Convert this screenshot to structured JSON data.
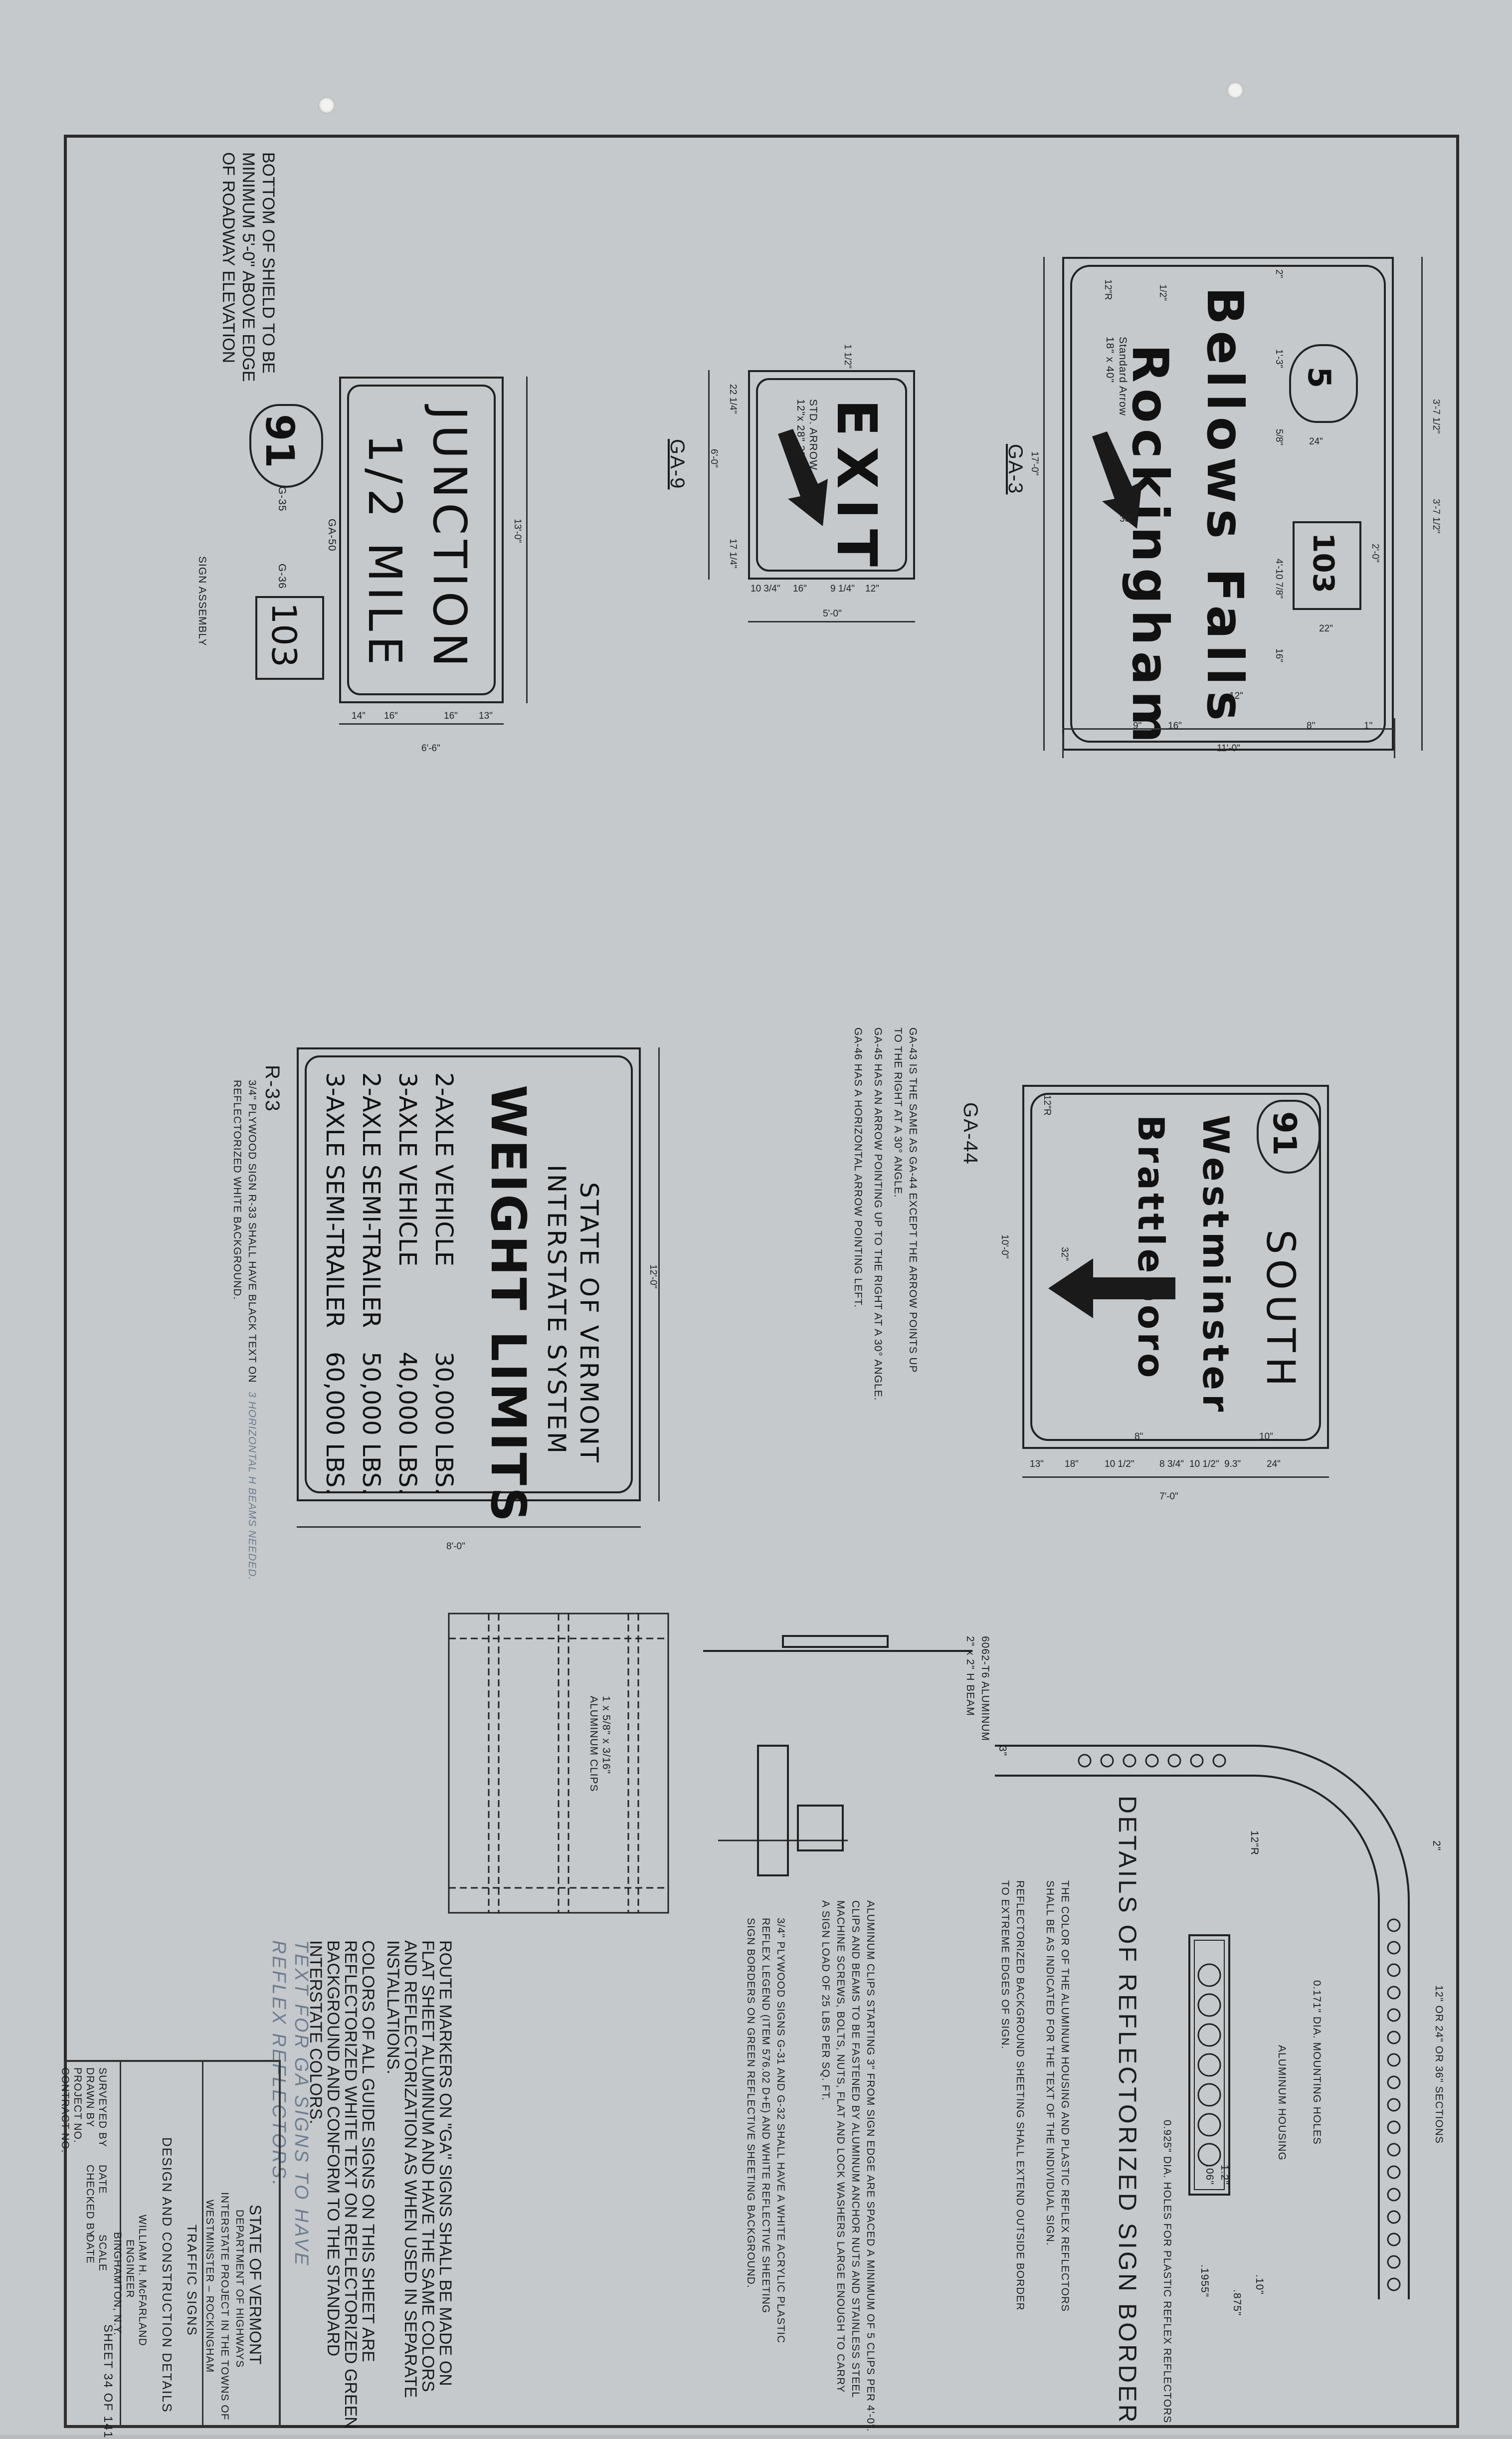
{
  "ga3": {
    "label": "GA-3",
    "line1": "Bellows Falls",
    "line2": "Rockingham",
    "shield_route": "5",
    "box_route": "103",
    "arrow_note": "Standard Arrow",
    "arrow_size": "18\" x 40\"",
    "dims": [
      "11'-0\"",
      "17'-0\"",
      "12\"",
      "16\"",
      "9\"",
      "8\"",
      "1\"",
      "3'-7 1/2\"",
      "3'-7 1/2\"",
      "24\"",
      "22\"",
      "2'-0\"",
      "35°",
      "1/2\"",
      "2\"",
      "12\"R",
      "5/8\"",
      "4'-10 7/8\"",
      "16\"",
      "1'-3\""
    ]
  },
  "ga9": {
    "label": "GA-9",
    "line1": "EXIT",
    "arrow_note": "STD. ARROW",
    "arrow_size": "12\"x 28\" 35°",
    "dims": [
      "5'-0\"",
      "6'-0\"",
      "10 3/4\"",
      "16\"",
      "9 1/4\"",
      "12\"",
      "22 1/4\"",
      "17 1/4\"",
      "1 1/2\""
    ]
  },
  "junction": {
    "line1": "JUNCTION",
    "line2": "1/2 MILE",
    "shield_route": "91",
    "box_route": "103",
    "code_sign": "GA-50",
    "code_shield": "G-35",
    "code_box": "G-36",
    "assembly": "SIGN ASSEMBLY",
    "width": "13'-0\"",
    "height": "6'-6\"",
    "dims": [
      "14\"",
      "16\"",
      "16\"",
      "13\""
    ],
    "note": [
      "BOTTOM OF SHIELD TO BE",
      "MINIMUM 5'-0\" ABOVE EDGE",
      "OF ROADWAY ELEVATION"
    ]
  },
  "ga44": {
    "label": "GA-44",
    "shield_route": "91",
    "line1": "SOUTH",
    "line2": "Westminster",
    "line3": "Brattleboro",
    "dims": [
      "7'-0\"",
      "10'-0\"",
      "13\"",
      "18\"",
      "10 1/2\"",
      "8 3/4\"",
      "10 1/2\"",
      "9.3\"",
      "24\"",
      "8\"",
      "10\"",
      "32\"",
      "12\"R"
    ],
    "notes": [
      "GA-43  IS THE SAME AS GA-44 EXCEPT THE ARROW POINTS UP",
      "TO THE RIGHT AT A 30° ANGLE.",
      "GA-45  HAS AN ARROW POINTING UP TO THE RIGHT AT A 30° ANGLE.",
      "GA-46  HAS A HORIZONTAL ARROW POINTING LEFT."
    ]
  },
  "r33": {
    "label": "R-33",
    "line1": "STATE OF VERMONT",
    "line2": "INTERSTATE SYSTEM",
    "title": "WEIGHT LIMITS",
    "rows": [
      {
        "name": "2-AXLE VEHICLE",
        "value": "30,000 LBS."
      },
      {
        "name": "3-AXLE VEHICLE",
        "value": "40,000 LBS."
      },
      {
        "name": "2-AXLE SEMI-TRAILER",
        "value": "50,000 LBS."
      },
      {
        "name": "3-AXLE SEMI-TRAILER",
        "value": "60,000 LBS."
      }
    ],
    "width": "12'-0\"",
    "height": "8'-0\"",
    "note": [
      "3/4\" PLYWOOD SIGN R-33 SHALL HAVE BLACK TEXT ON",
      "REFLECTORIZED WHITE BACKGROUND."
    ],
    "pencil_note": "3 HORIZONTAL H BEAMS NEEDED."
  },
  "details": {
    "title": "DETAILS OF REFLECTORIZED SIGN BORDER",
    "note1": [
      "THE COLOR OF THE ALUMINUM HOUSING AND PLASTIC REFLEX REFLECTORS",
      "SHALL BE AS INDICATED FOR THE TEXT OF THE INDIVIDUAL SIGN."
    ],
    "note2": [
      "REFLECTORIZED BACKGROUND SHEETING SHALL EXTEND OUTSIDE BORDER",
      "TO EXTREME EDGES OF SIGN."
    ],
    "callouts": [
      "0.171\" DIA. MOUNTING HOLES",
      "ALUMINUM HOUSING",
      "0.925\" DIA. HOLES FOR PLASTIC REFLEX REFLECTORS",
      "12\" OR 24\" OR 36\" SECTIONS",
      "12\"R",
      "2\"",
      "3\"",
      "1.2\"",
      ".06\"",
      ".10\"",
      ".1955\"",
      ".875\""
    ]
  },
  "beam": {
    "label": [
      "6062-T6 ALUMINUM",
      "2\" x 2\" H BEAM"
    ],
    "clip_note": [
      "ALUMINUM CLIPS STARTING 3\" FROM SIGN EDGE ARE SPACED A MINIMUM OF 5 CLIPS PER 4'-0\".",
      "CLIPS AND BEAMS TO BE FASTENED BY ALUMINUM ANCHOR NUTS AND STAINLESS STEEL",
      "MACHINE SCREWS, BOLTS, NUTS, FLAT AND LOCK WASHERS LARGE ENOUGH TO CARRY",
      "A SIGN LOAD OF 25 LBS PER SQ. FT."
    ],
    "clip_callout": [
      "1 x 5/8\" x 3/16\"",
      "ALUMINUM CLIPS"
    ],
    "plywood_note": [
      "3/4\" PLYWOOD SIGNS G-31 AND G-32 SHALL HAVE A WHITE ACRYLIC PLASTIC",
      "REFLEX LEGEND (ITEM 576.02 D+E) AND WHITE REFLECTIVE SHEETING",
      "SIGN BORDERS ON GREEN REFLECTIVE SHEETING BACKGROUND."
    ]
  },
  "general_notes": [
    "ROUTE MARKERS ON \"GA\" SIGNS SHALL BE MADE ON",
    "FLAT SHEET ALUMINUM AND HAVE THE SAME COLORS",
    "AND REFLECTORIZATION AS WHEN USED IN SEPARATE",
    "INSTALLATIONS.",
    "",
    "COLORS OF ALL GUIDE SIGNS ON THIS SHEET ARE",
    "REFLECTORIZED WHITE TEXT ON REFLECTORIZED GREEN",
    "BACKGROUND AND CONFORM TO THE STANDARD",
    "INTERSTATE COLORS."
  ],
  "pencil_general": [
    "TEXT FOR GA SIGNS TO HAVE",
    "REFLEX REFLECTORS."
  ],
  "title_block": {
    "state": "STATE OF VERMONT",
    "dept": "DEPARTMENT OF HIGHWAYS",
    "project": "INTERSTATE PROJECT IN THE TOWNS OF",
    "towns": "WESTMINSTER – ROCKINGHAM",
    "subject": "TRAFFIC SIGNS",
    "detail": "DESIGN AND CONSTRUCTION DETAILS",
    "engineer": "WILLIAM H. McFARLAND",
    "engineer_sub": "ENGINEER",
    "city": "BINGHAMTON, N.Y.",
    "sheet": "SHEET 34 OF 141",
    "fields": [
      "SURVEYED BY",
      "DRAWN BY",
      "PROJECT NO.",
      "CONTRACT NO.",
      "DATE",
      "CHECKED BY",
      "SCALE",
      "DATE"
    ]
  }
}
